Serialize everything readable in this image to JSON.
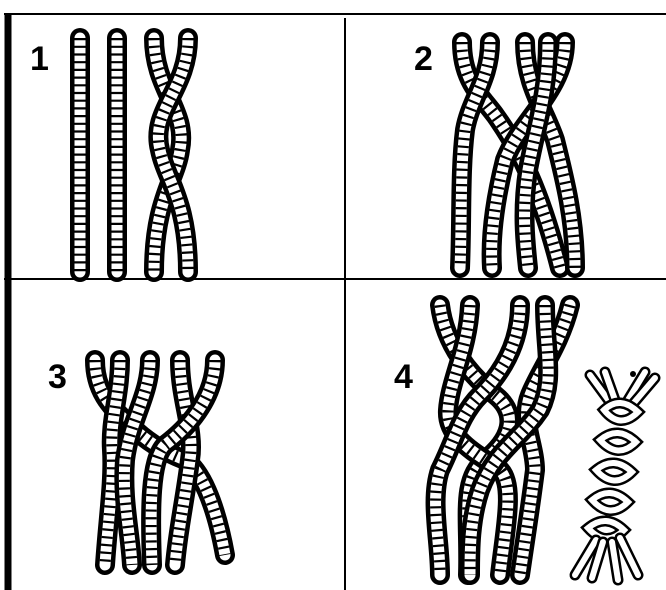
{
  "panels": [
    {
      "id": "panel-1",
      "number": "1"
    },
    {
      "id": "panel-2",
      "number": "2"
    },
    {
      "id": "panel-3",
      "number": "3"
    },
    {
      "id": "panel-4",
      "number": "4"
    }
  ]
}
